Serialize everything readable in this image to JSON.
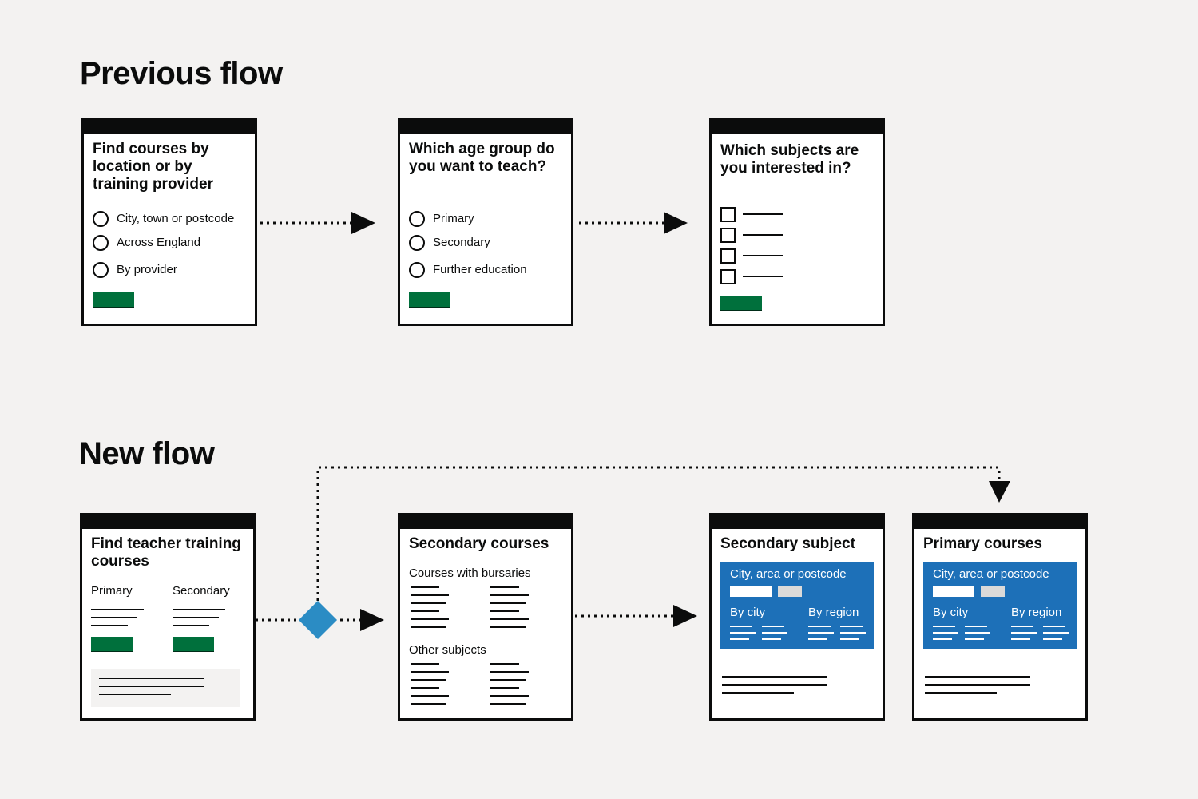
{
  "previous_flow": {
    "heading": "Previous flow",
    "cards": [
      {
        "title": "Find courses by location or by training provider",
        "options": [
          "City, town or postcode",
          "Across England",
          "By provider"
        ]
      },
      {
        "title": "Which age group do you want to teach?",
        "options": [
          "Primary",
          "Secondary",
          "Further education"
        ]
      },
      {
        "title": "Which subjects are you interested in?"
      }
    ]
  },
  "new_flow": {
    "heading": "New flow",
    "cards": [
      {
        "title": "Find teacher training courses",
        "col_left": "Primary",
        "col_right": "Secondary"
      },
      {
        "title": "Secondary courses",
        "section1": "Courses with bursaries",
        "section2": "Other subjects"
      },
      {
        "title": "Secondary subject",
        "panel_label": "City, area or postcode",
        "by_city": "By city",
        "by_region": "By region"
      },
      {
        "title": "Primary courses",
        "panel_label": "City, area or postcode",
        "by_city": "By city",
        "by_region": "By region"
      }
    ]
  },
  "colors": {
    "background": "#f3f2f1",
    "ink": "#0b0c0c",
    "button_green": "#00703c",
    "panel_blue": "#1d70b8",
    "decision_diamond": "#2b8cc4"
  }
}
